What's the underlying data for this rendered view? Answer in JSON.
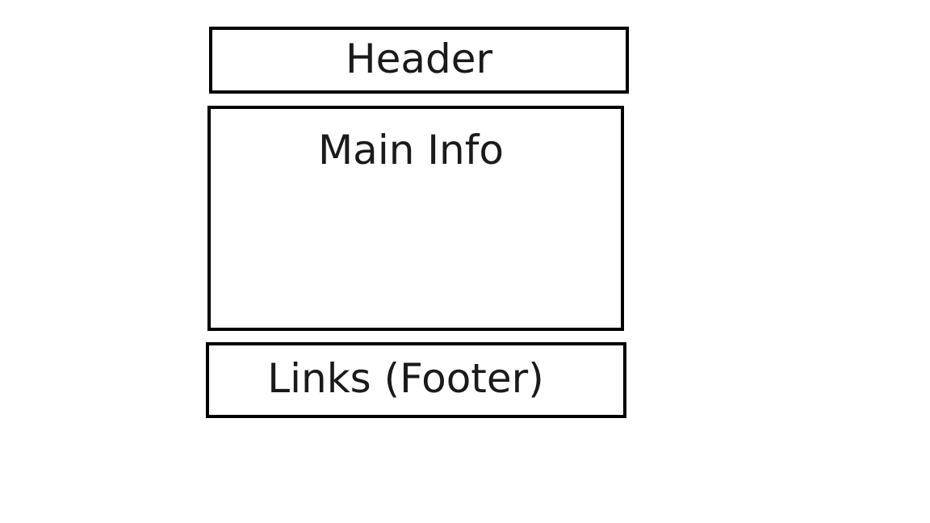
{
  "diagram": {
    "header": {
      "label": "Header"
    },
    "main": {
      "label": "Main Info"
    },
    "footer": {
      "label": "Links (Footer)"
    }
  },
  "colors": {
    "border": "#000000",
    "text": "#1a1a1a",
    "background": "#ffffff"
  }
}
